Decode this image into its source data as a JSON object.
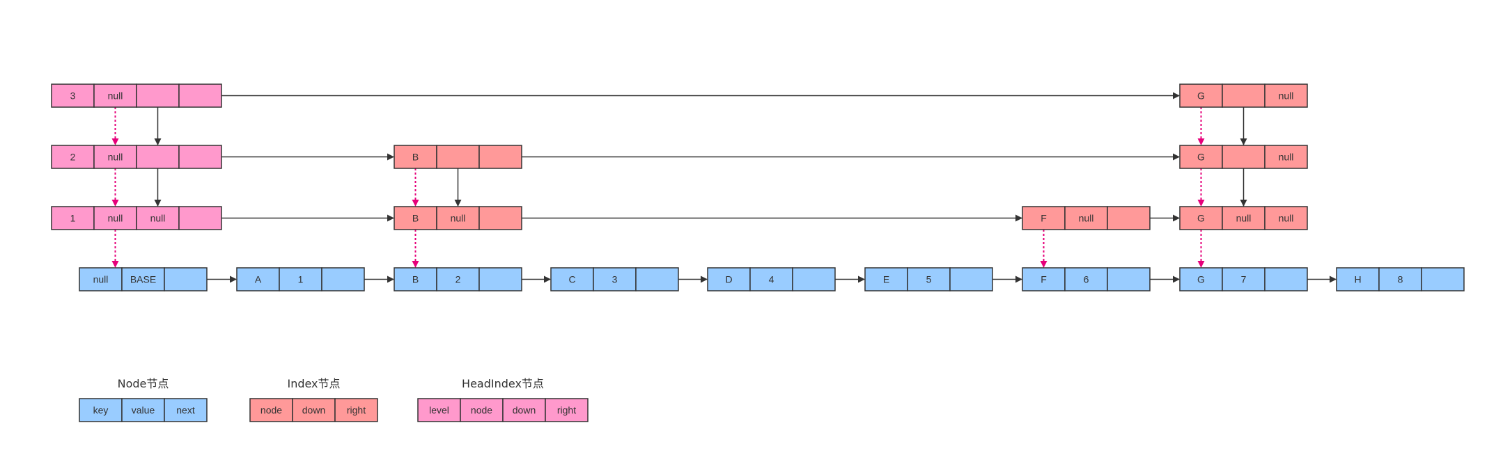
{
  "colors": {
    "node_fill": "#99CCFF",
    "index_fill": "#FF9999",
    "headindex_fill": "#FF99CC",
    "cell_stroke": "#333333",
    "link_arrow": "#333333",
    "node_pointer_arrow": "#E6007A"
  },
  "head_indexes": [
    {
      "id": "h3",
      "cells": [
        "3",
        "null",
        "",
        ""
      ]
    },
    {
      "id": "h2",
      "cells": [
        "2",
        "null",
        "",
        ""
      ]
    },
    {
      "id": "h1",
      "cells": [
        "1",
        "null",
        "null",
        ""
      ]
    }
  ],
  "index_nodes": [
    {
      "id": "i3G",
      "cells": [
        "G",
        "",
        "null"
      ]
    },
    {
      "id": "i2B",
      "cells": [
        "B",
        "",
        ""
      ]
    },
    {
      "id": "i2G",
      "cells": [
        "G",
        "",
        "null"
      ]
    },
    {
      "id": "i1B",
      "cells": [
        "B",
        "null",
        ""
      ]
    },
    {
      "id": "i1F",
      "cells": [
        "F",
        "null",
        ""
      ]
    },
    {
      "id": "i1G",
      "cells": [
        "G",
        "null",
        "null"
      ]
    }
  ],
  "nodes": [
    {
      "id": "nBase",
      "cells": [
        "null",
        "BASE",
        ""
      ]
    },
    {
      "id": "nA",
      "cells": [
        "A",
        "1",
        ""
      ]
    },
    {
      "id": "nB",
      "cells": [
        "B",
        "2",
        ""
      ]
    },
    {
      "id": "nC",
      "cells": [
        "C",
        "3",
        ""
      ]
    },
    {
      "id": "nD",
      "cells": [
        "D",
        "4",
        ""
      ]
    },
    {
      "id": "nE",
      "cells": [
        "E",
        "5",
        ""
      ]
    },
    {
      "id": "nF",
      "cells": [
        "F",
        "6",
        ""
      ]
    },
    {
      "id": "nG",
      "cells": [
        "G",
        "7",
        ""
      ]
    },
    {
      "id": "nH",
      "cells": [
        "H",
        "8",
        ""
      ]
    }
  ],
  "legend": [
    {
      "title": "Node节点",
      "type": "node",
      "cells": [
        "key",
        "value",
        "next"
      ]
    },
    {
      "title": "Index节点",
      "type": "index",
      "cells": [
        "node",
        "down",
        "right"
      ]
    },
    {
      "title": "HeadIndex节点",
      "type": "headindex",
      "cells": [
        "level",
        "node",
        "down",
        "right"
      ]
    }
  ]
}
